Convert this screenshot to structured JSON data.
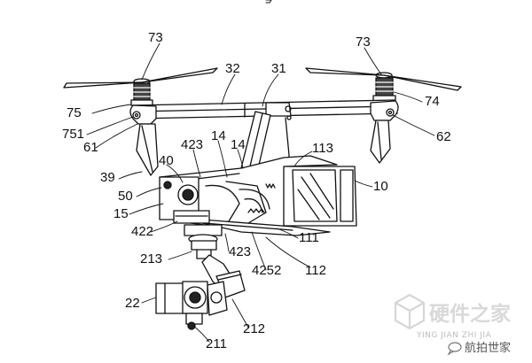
{
  "figure": {
    "labels": {
      "l73a": "73",
      "l73b": "73",
      "l32": "32",
      "l31": "31",
      "l74": "74",
      "l75": "75",
      "l751": "751",
      "l61": "61",
      "l62": "62",
      "l39": "39",
      "l40": "40",
      "l423a": "423",
      "l14a": "14",
      "l14b": "14",
      "l113": "113",
      "l10": "10",
      "l50": "50",
      "l15": "15",
      "l422": "422",
      "l111": "111",
      "l213": "213",
      "l423b": "423",
      "l4252": "4252",
      "l112": "112",
      "l22": "22",
      "l212": "212",
      "l211": "211"
    }
  },
  "watermark": {
    "site_name_cn": "硬件之家",
    "site_name_en": "YING JIAN ZHI JIA",
    "account_name": "航拍世家",
    "logo_icon": "cube-logo-icon",
    "chat_icon": "speech-bubble-icon"
  }
}
